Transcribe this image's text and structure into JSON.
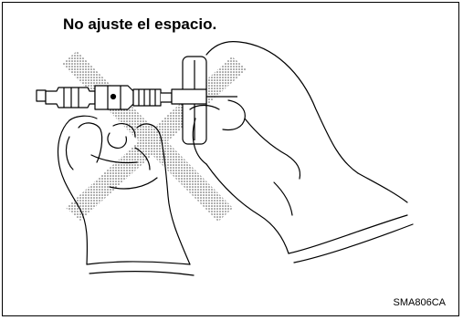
{
  "figure": {
    "caption": "No ajuste el espacio.",
    "code": "SMA806CA"
  },
  "illustration": {
    "subject": "hands holding spark plug and gap gauge",
    "symbol": "crossed-out-x"
  }
}
